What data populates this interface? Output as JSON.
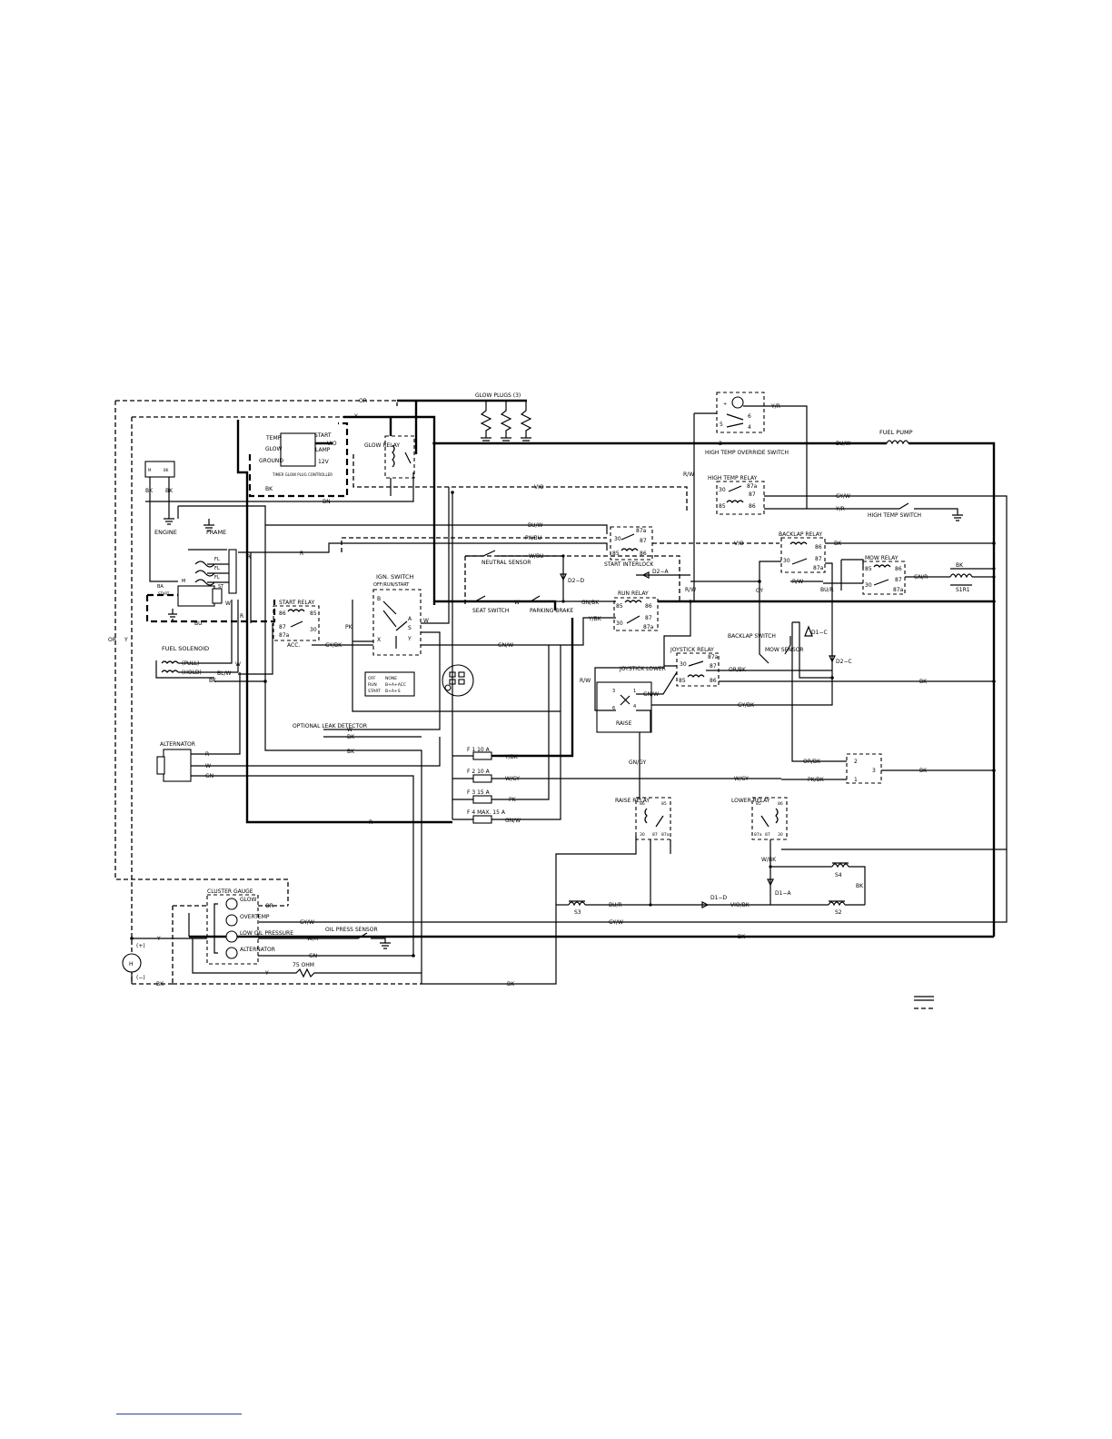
{
  "components": {
    "glow_plugs": "GLOW PLUGS (3)",
    "temp": "TEMP",
    "start": "START",
    "glow": "GLOW",
    "lamp": "LAMP",
    "ground": "GROUND",
    "v12": "12V",
    "glow_controller": "TIMER GLOW PLUG CONTROLLER",
    "glow_relay": "GLOW RELAY",
    "engine": "ENGINE",
    "frame": "FRAME",
    "start_relay": "START RELAY",
    "ign_switch": "IGN. SWITCH",
    "ign_positions": "OFF/RUN/START",
    "fuel_solenoid": "FUEL SOLENOID",
    "pull": "(PULL)",
    "hold": "(HOLD)",
    "acc": "ACC.",
    "neutral_sensor": "NEUTRAL SENSOR",
    "seat_switch": "SEAT SWITCH",
    "parking_brake": "PARKING BRAKE",
    "start_interlock": "START INTERLOCK",
    "run_relay": "RUN RELAY",
    "fuel_pump": "FUEL PUMP",
    "high_temp_override": "HIGH TEMP OVERRIDE SWITCH",
    "high_temp_relay": "HIGH TEMP RELAY",
    "high_temp_switch": "HIGH TEMP SWITCH",
    "backlap_relay": "BACKLAP RELAY",
    "mow_relay": "MOW RELAY",
    "s1r1": "S1R1",
    "backlap_switch": "BACKLAP SWITCH",
    "mow_sensor": "MOW SENSOR",
    "joystick_relay": "JOYSTICK RELAY",
    "joystick_lower": "JOYSTICK LOWER",
    "raise": "RAISE",
    "raise_relay": "RAISE RELAY",
    "lower_relay": "LOWER RELAY",
    "optional_leak_detector": "OPTIONAL LEAK DETECTOR",
    "alternator": "ALTERNATOR",
    "cluster_gauge": "CLUSTER GAUGE",
    "gauge_glow": "GLOW",
    "gauge_overtemp": "OVERTEMP",
    "gauge_oil": "LOW OIL PRESSURE",
    "gauge_alt": "ALTERNATOR",
    "oil_press_sensor": "OIL PRESS SENSOR",
    "ohm75": "75 OHM",
    "hm": "H",
    "plus": "(+)",
    "minus": "(−)",
    "s2": "S2",
    "s3": "S3",
    "s4": "S4",
    "ign_table": [
      {
        "pos": "OFF",
        "conn": "NONE"
      },
      {
        "pos": "RUN",
        "conn": "B+A+ACC"
      },
      {
        "pos": "START",
        "conn": "B+A+S"
      }
    ]
  },
  "diodes": {
    "d2a": "D2−A",
    "d2b": "D2−D",
    "d1c": "D1−C",
    "d2c": "D2−C",
    "d1d": "D1−D",
    "d1a": "D1−A"
  },
  "fuses": [
    {
      "label": "F 1  10 A",
      "wire": "Y/BK"
    },
    {
      "label": "F 2  10 A",
      "wire": "W/GY"
    },
    {
      "label": "F 3  15 A",
      "wire": "PK"
    },
    {
      "label": "F 4  MAX. 15 A",
      "wire": "GN/W"
    }
  ],
  "wires": {
    "or": "OR",
    "y": "Y",
    "r": "R",
    "w": "W",
    "bk": "BK",
    "bu": "BU",
    "vio": "VIO",
    "bn": "BN",
    "gn": "GN",
    "gy": "GY",
    "pk": "PK",
    "yr": "Y/R",
    "buw": "BU/W",
    "rw": "R/W",
    "gyw": "GY/W",
    "pkbu": "PK/BU",
    "wbu": "W/BU",
    "gnbk": "GN/BK",
    "ybk": "Y/BK",
    "gybk": "GY/BK",
    "gnw": "GN/W",
    "blw": "BL/W",
    "orbk": "OR/BK",
    "pkbk": "PK/BK",
    "wgy": "W/GY",
    "gngy": "GN/GY",
    "wbk": "W/BK",
    "bur": "BU/R",
    "viobk": "VIO/BK",
    "wr": "W/R",
    "gnr": "GN/R",
    "bur2": "BU/R"
  },
  "relay_pins": {
    "p30": "30",
    "p85": "85",
    "p86": "86",
    "p87": "87",
    "p87a": "87a"
  }
}
